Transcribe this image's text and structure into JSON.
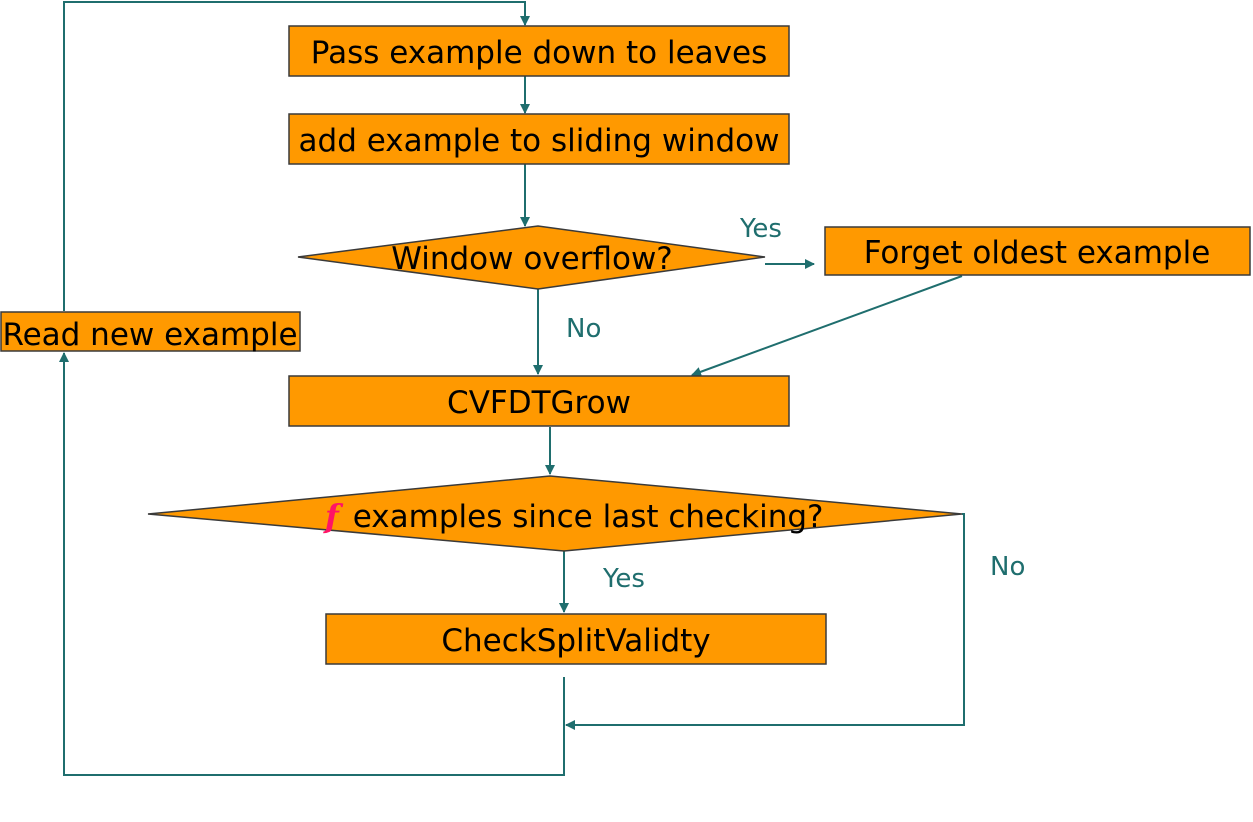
{
  "colors": {
    "node_fill": "#ff9900",
    "node_border": "#3a3a3a",
    "edge": "#1f6e6e",
    "variable_highlight": "#ff1466"
  },
  "nodes": {
    "pass_example": "Pass example down to leaves",
    "add_example": "add example to sliding window",
    "window_overflow": "Window overflow?",
    "forget_oldest": "Forget oldest example",
    "read_new": "Read new example",
    "cvfdt_grow": "CVFDTGrow",
    "f_examples_var": "f",
    "f_examples_text": "examples since last checking?",
    "check_split": "CheckSplitValidty"
  },
  "edge_labels": {
    "overflow_yes": "Yes",
    "overflow_no": "No",
    "fcheck_yes": "Yes",
    "fcheck_no": "No"
  }
}
